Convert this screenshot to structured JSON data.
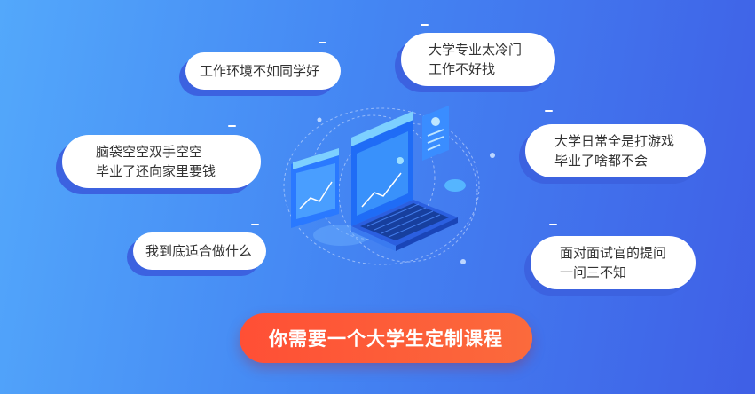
{
  "colors": {
    "background_start": "#53a8fb",
    "background_end": "#3f5fe6",
    "bubble_fill": "#ffffff",
    "bubble_shadow": "#3c62e0",
    "cta_start": "#ff4f35",
    "cta_end": "#fb6a3c"
  },
  "bubbles": {
    "b1": {
      "line1": "工作环境不如同学好"
    },
    "b2": {
      "line1": "大学专业太冷门",
      "line2": "工作不好找"
    },
    "b3": {
      "line1": "脑袋空空双手空空",
      "line2": "毕业了还向家里要钱"
    },
    "b4": {
      "line1": "大学日常全是打游戏",
      "line2": "毕业了啥都不会"
    },
    "b5": {
      "line1": "我到底适合做什么"
    },
    "b6": {
      "line1": "面对面试官的提问",
      "line2": "一问三不知"
    }
  },
  "cta": {
    "label": "你需要一个大学生定制课程"
  },
  "illustration": {
    "icon": "laptop-dashboard-illustration"
  }
}
